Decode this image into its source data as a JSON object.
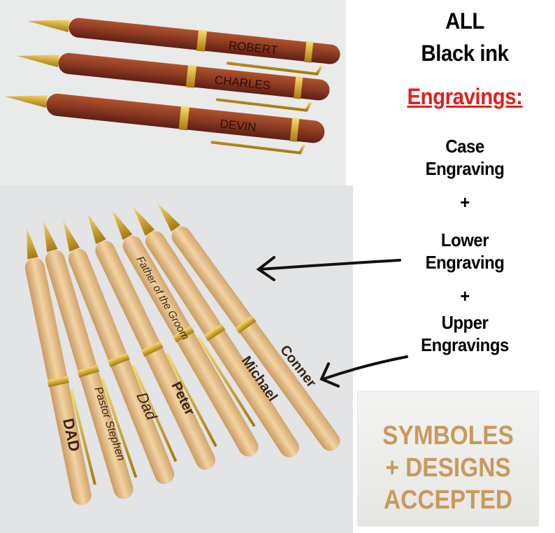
{
  "headline": {
    "line1": "ALL",
    "line2": "Black ink"
  },
  "engravings_heading": "Engravings:",
  "options": [
    {
      "line1": "Case",
      "line2": "Engraving"
    },
    {
      "plus": "+"
    },
    {
      "line1": "Lower",
      "line2": "Engraving"
    },
    {
      "plus": "+"
    },
    {
      "line1": "Upper",
      "line2": "Engravings"
    }
  ],
  "note": {
    "line1": "SYMBOLES",
    "line2": "+ DESIGNS",
    "line3": "ACCEPTED"
  },
  "rosewood_pens": [
    "ROBERT",
    "CHARLES",
    "DEVIN"
  ],
  "maple_pens": [
    "DAD",
    "Pastor Stephen",
    "Dad",
    "Peter",
    "Father of the Groom",
    "Michael",
    "Conner"
  ],
  "colors": {
    "accent_red": "#e0201c",
    "note_text": "#c79a5b",
    "rosewood": "#8a3a22",
    "maple": "#e9c493",
    "gold": "#d9a820"
  }
}
